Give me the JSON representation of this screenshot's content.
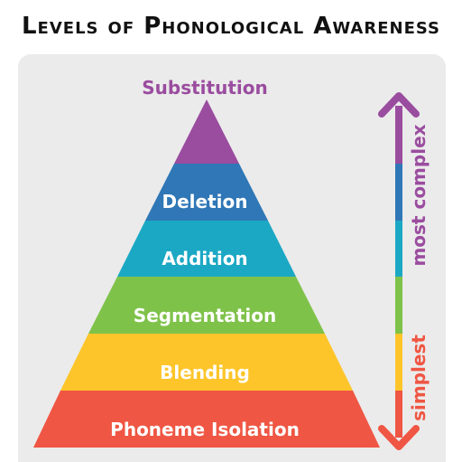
{
  "title": "Levels of Phonological Awareness",
  "levels": [
    {
      "label": "Substitution",
      "color": "#9a4c9f"
    },
    {
      "label": "Deletion",
      "color": "#2f77b6"
    },
    {
      "label": "Addition",
      "color": "#1ba8c4"
    },
    {
      "label": "Segmentation",
      "color": "#7fc24a"
    },
    {
      "label": "Blending",
      "color": "#fdc52a"
    },
    {
      "label": "Phoneme Isolation",
      "color": "#ef5643"
    }
  ],
  "scale": {
    "top_label": "most complex",
    "bottom_label": "simplest",
    "top_color": "#9a4c9f",
    "bottom_color": "#ef5643"
  }
}
